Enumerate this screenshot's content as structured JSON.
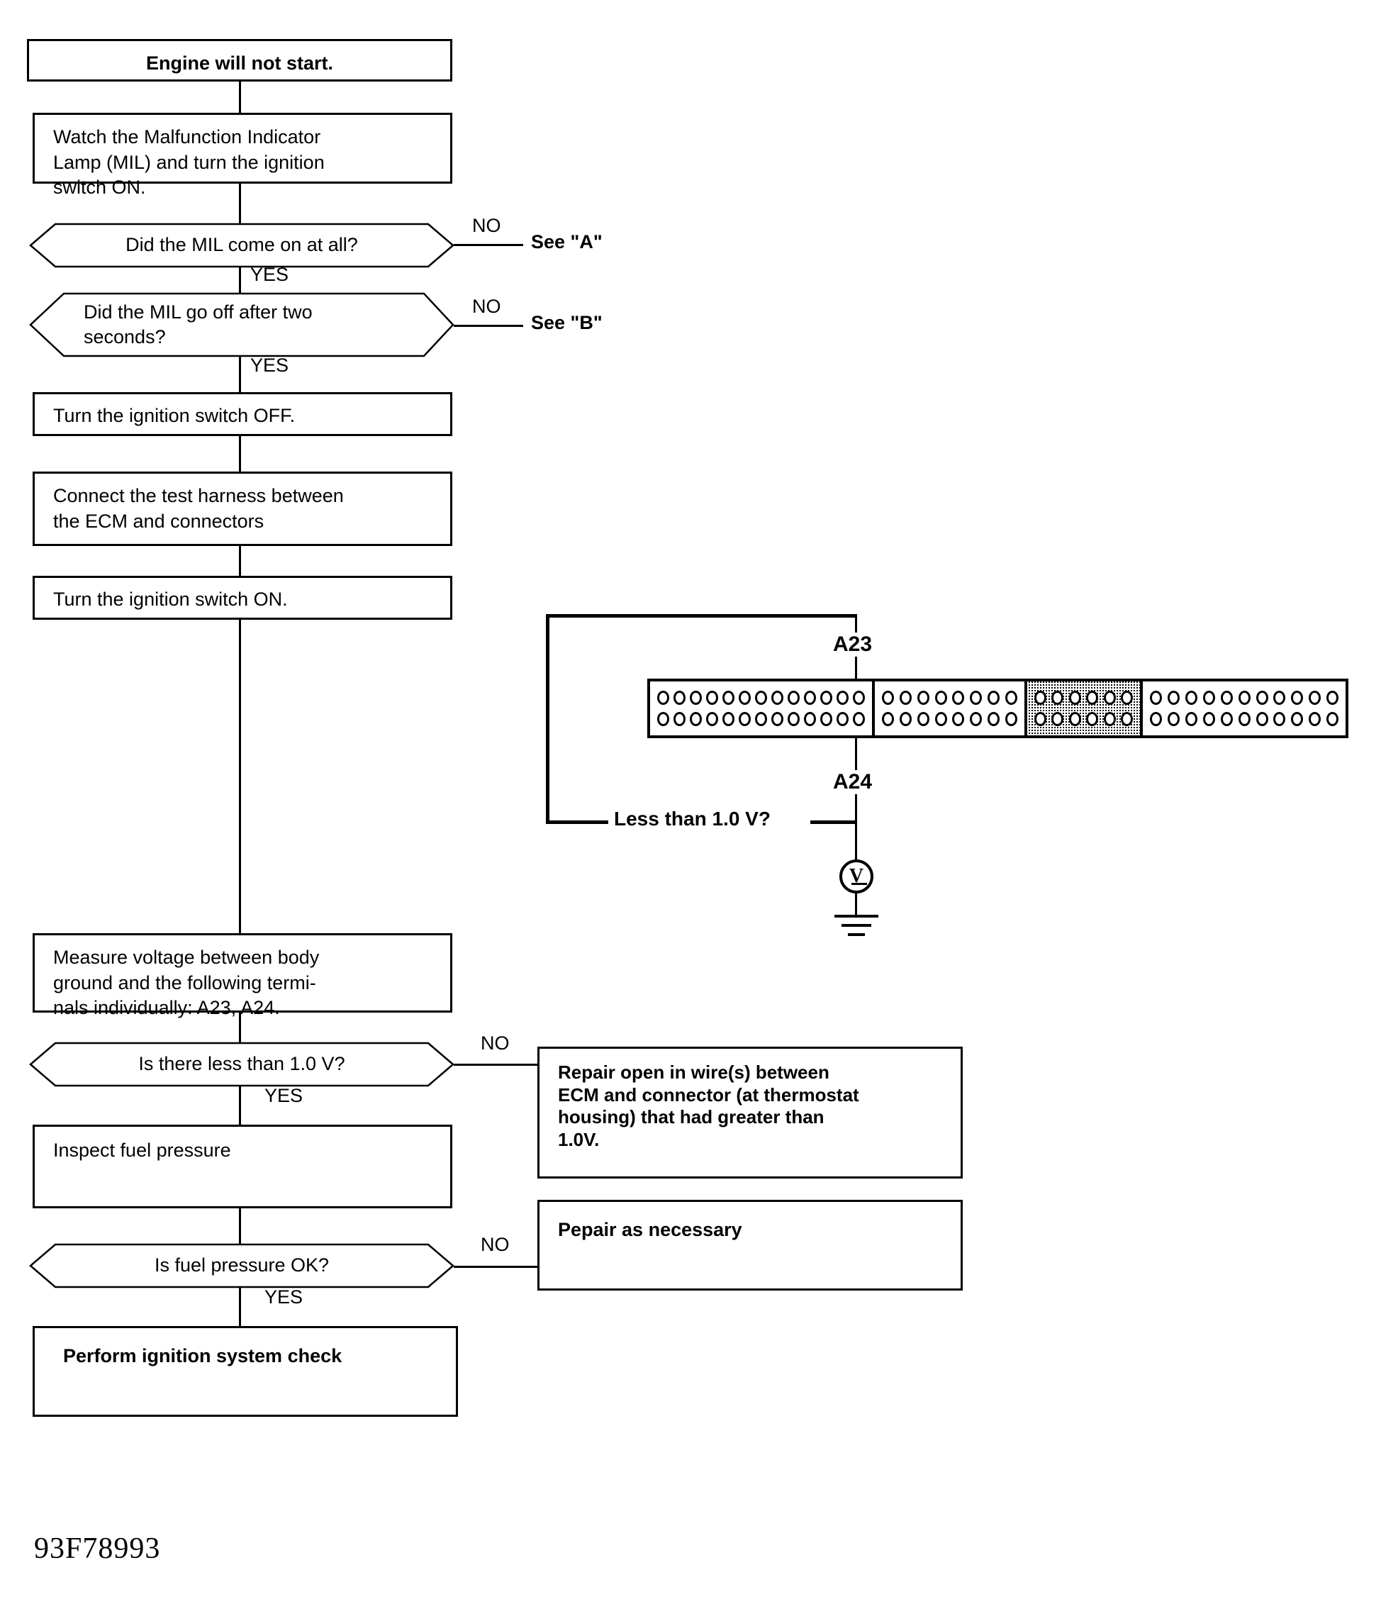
{
  "title": "Engine will not start diagnostic flowchart",
  "footer_code": "93F78993",
  "flow": {
    "start": "Engine will not start.",
    "step_watch_mil": "Watch the Malfunction Indicator\nLamp (MIL) and turn the ignition\nswitch ON.",
    "q_mil_on": "Did the MIL come on at all?",
    "q_mil_on_no": "NO",
    "q_mil_on_no_target": "See \"A\"",
    "q_mil_on_yes": "YES",
    "q_mil_off": "Did the MIL go off after two\nseconds?",
    "q_mil_off_no": "NO",
    "q_mil_off_no_target": "See \"B\"",
    "q_mil_off_yes": "YES",
    "step_ign_off": "Turn the ignition switch OFF.",
    "step_connect_harness": "Connect the test harness between\nthe  ECM  and  connectors",
    "step_ign_on": "Turn the ignition switch ON.",
    "step_measure": "Measure voltage between body\nground and the following termi-\nnals individually: A23, A24.",
    "q_less_1v": "Is there less than 1.0 V?",
    "q_less_1v_no": "NO",
    "q_less_1v_no_action": "Repair open in wire(s) between\nECM and connector (at thermostat\nhousing) that had greater than\n1.0V.",
    "q_less_1v_yes": "YES",
    "step_inspect_fuel": "Inspect fuel pressure",
    "q_fuel_ok": "Is fuel pressure OK?",
    "q_fuel_ok_no": "NO",
    "q_fuel_ok_no_action": "Pepair as necessary",
    "q_fuel_ok_yes": "YES",
    "step_ignition_check": "Perform ignition system check"
  },
  "connector_diagram": {
    "terminal_top": "A23",
    "terminal_bottom": "A24",
    "measure_label": "Less than 1.0 V?",
    "meter_symbol": "V",
    "segments": [
      {
        "pins_per_row": 13,
        "rows": 2,
        "shaded": false
      },
      {
        "pins_per_row": 8,
        "rows": 2,
        "shaded": false
      },
      {
        "pins_per_row": 6,
        "rows": 2,
        "shaded": true
      },
      {
        "pins_per_row": 11,
        "rows": 2,
        "shaded": false
      }
    ]
  },
  "colors": {
    "ink": "#000000",
    "paper": "#ffffff"
  }
}
